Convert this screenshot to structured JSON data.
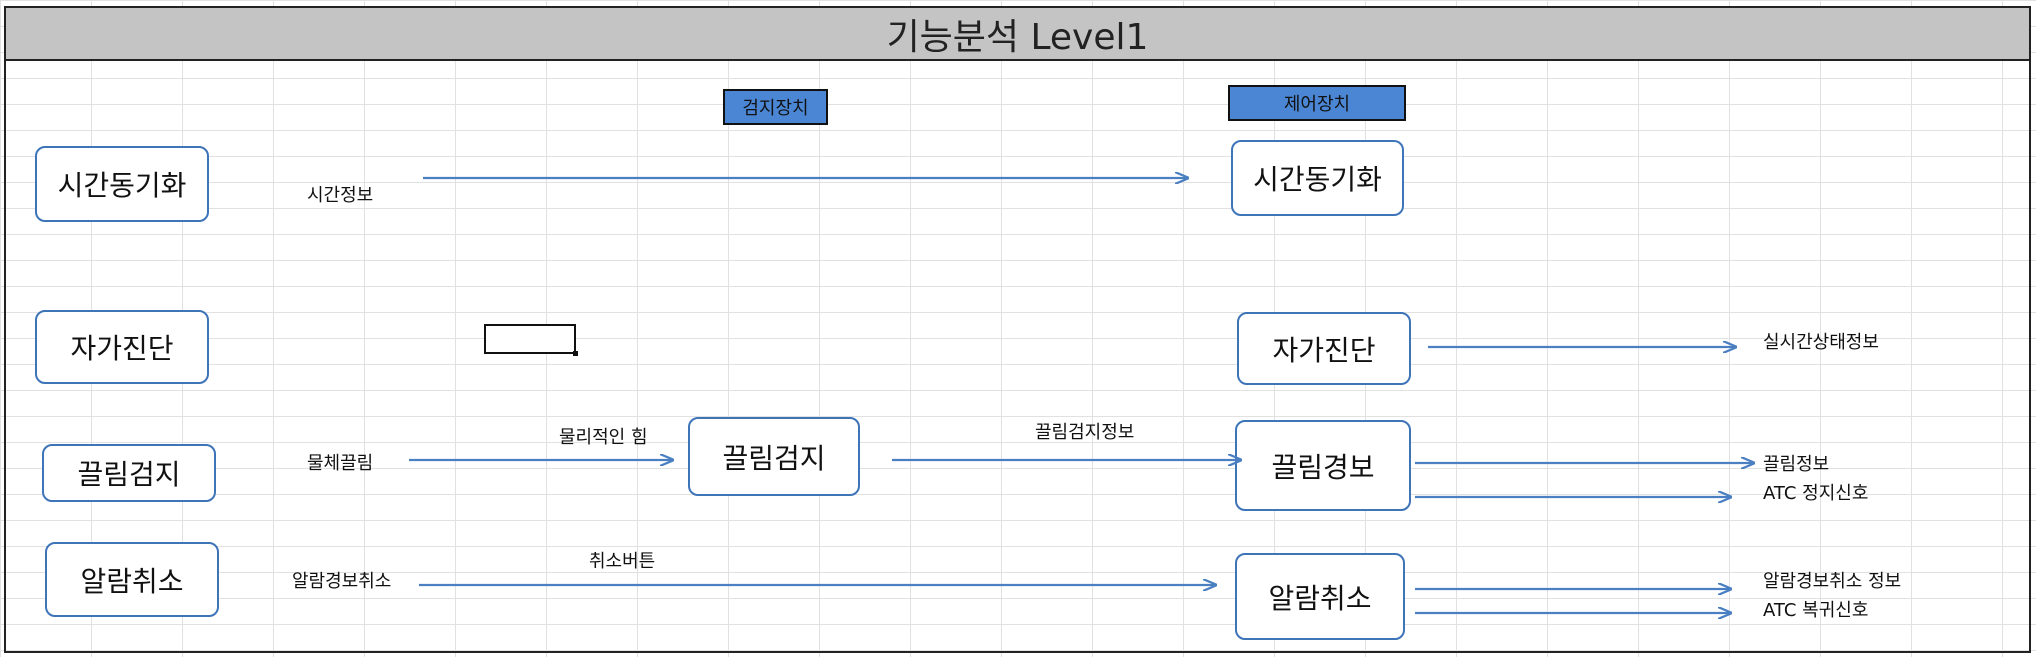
{
  "title": "기능분석 Level1",
  "headers": {
    "detector": "검지장치",
    "controller": "제어장치"
  },
  "nodes": {
    "left_time_sync": "시간동기화",
    "left_self_diag": "자가진단",
    "left_pull_detect": "끌림검지",
    "left_alarm_cancel": "알람취소",
    "mid_pull_detect": "끌림검지",
    "right_time_sync": "시간동기화",
    "right_self_diag": "자가진단",
    "right_pull_alarm": "끌림경보",
    "right_alarm_cancel": "알람취소"
  },
  "labels": {
    "time_info": "시간정보",
    "object_pull": "물체끌림",
    "physical_force": "물리적인 힘",
    "pull_detect_info": "끌림검지정보",
    "alarm_cancel_input": "알람경보취소",
    "cancel_button": "취소버튼",
    "realtime_status": "실시간상태정보",
    "pull_info": "끌림정보",
    "atc_stop": "ATC 정지신호",
    "alarm_cancel_info": "알람경보취소 정보",
    "atc_return": "ATC 복귀신호"
  },
  "colors": {
    "arrow": "#4a7fc1",
    "node_border": "#3e74b8",
    "header_fill": "#4a86d4",
    "title_fill": "#c4c4c4"
  }
}
